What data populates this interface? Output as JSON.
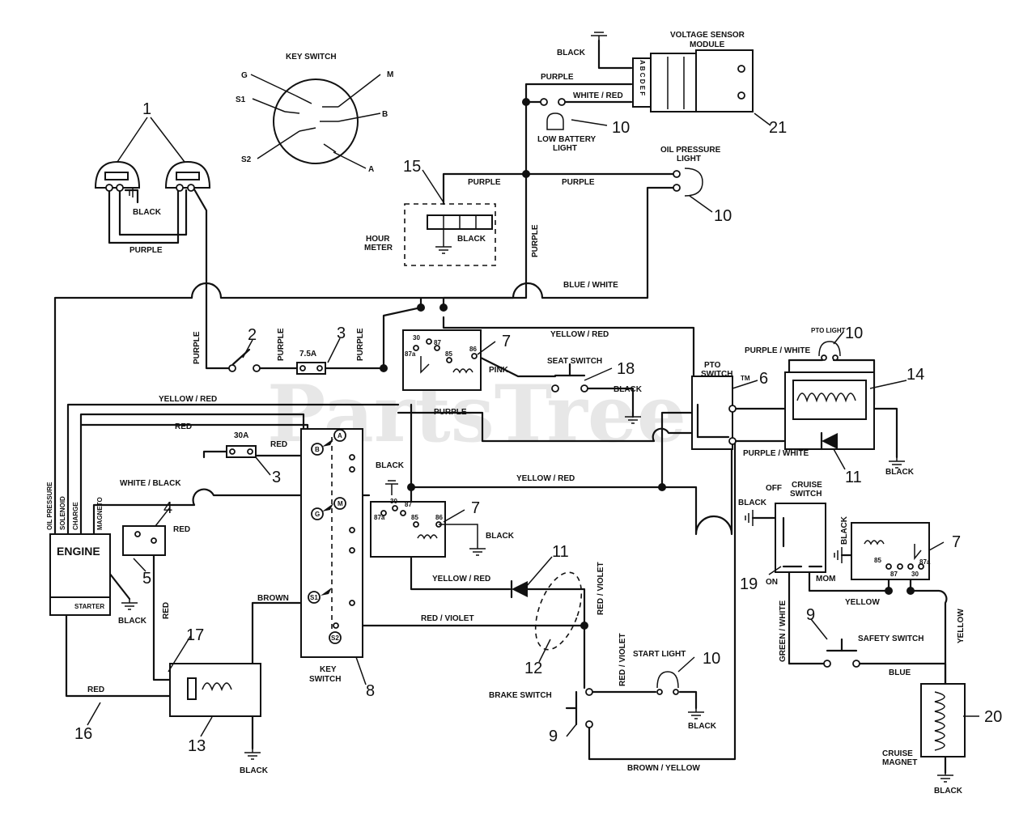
{
  "watermark": {
    "text": "PartsTree",
    "tm": "TM"
  },
  "components": {
    "key_switch_top": {
      "title": "KEY SWITCH",
      "terms": [
        "G",
        "M",
        "S1",
        "B",
        "S2",
        "A"
      ]
    },
    "voltage_sensor": {
      "line1": "VOLTAGE SENSOR",
      "line2": "MODULE",
      "pins": "A B C D E F"
    },
    "low_battery": {
      "line1": "LOW BATTERY",
      "line2": "LIGHT"
    },
    "oil_pressure": {
      "line1": "OIL PRESSURE",
      "line2": "LIGHT"
    },
    "hour_meter": {
      "line1": "HOUR",
      "line2": "METER"
    },
    "pto_light": "PTO LIGHT",
    "pto_switch": {
      "line1": "PTO",
      "line2": "SWITCH"
    },
    "seat_switch": "SEAT SWITCH",
    "engine": {
      "name": "ENGINE",
      "terms": [
        "OIL PRESSURE",
        "SOLENOID",
        "CHARGE",
        "MAGNETO"
      ],
      "starter": "STARTER"
    },
    "fuse_small": "7.5A",
    "fuse_large": "30A",
    "key_switch_main": {
      "line1": "KEY",
      "line2": "SWITCH",
      "terms": [
        "A",
        "B",
        "M",
        "G",
        "S1",
        "S2"
      ]
    },
    "cruise_switch": {
      "line1": "CRUISE",
      "line2": "SWITCH",
      "off": "OFF",
      "on": "ON",
      "mom": "MOM"
    },
    "safety_switch": "SAFETY SWITCH",
    "start_light": "START LIGHT",
    "brake_switch": "BRAKE SWITCH",
    "cruise_magnet": {
      "line1": "CRUISE",
      "line2": "MAGNET"
    },
    "relay_pins": {
      "p30": "30",
      "p87": "87",
      "p87a": "87a",
      "p85": "85",
      "p86": "86"
    }
  },
  "wires": {
    "black": "BLACK",
    "purple": "PURPLE",
    "white_red": "WHITE / RED",
    "blue_white": "BLUE / WHITE",
    "yellow_red": "YELLOW / RED",
    "pink": "PINK",
    "purple_white": "PURPLE / WHITE",
    "red": "RED",
    "white_black": "WHITE / BLACK",
    "brown": "BROWN",
    "red_violet": "RED / VIOLET",
    "yellow": "YELLOW",
    "green_white": "GREEN / WHITE",
    "blue": "BLUE",
    "brown_yellow": "BROWN / YELLOW"
  },
  "callouts": {
    "n1": "1",
    "n2": "2",
    "n3": "3",
    "n4": "4",
    "n5": "5",
    "n6": "6",
    "n7": "7",
    "n8": "8",
    "n9": "9",
    "n10": "10",
    "n11": "11",
    "n12": "12",
    "n13": "13",
    "n14": "14",
    "n15": "15",
    "n16": "16",
    "n17": "17",
    "n18": "18",
    "n19": "19",
    "n20": "20",
    "n21": "21"
  }
}
